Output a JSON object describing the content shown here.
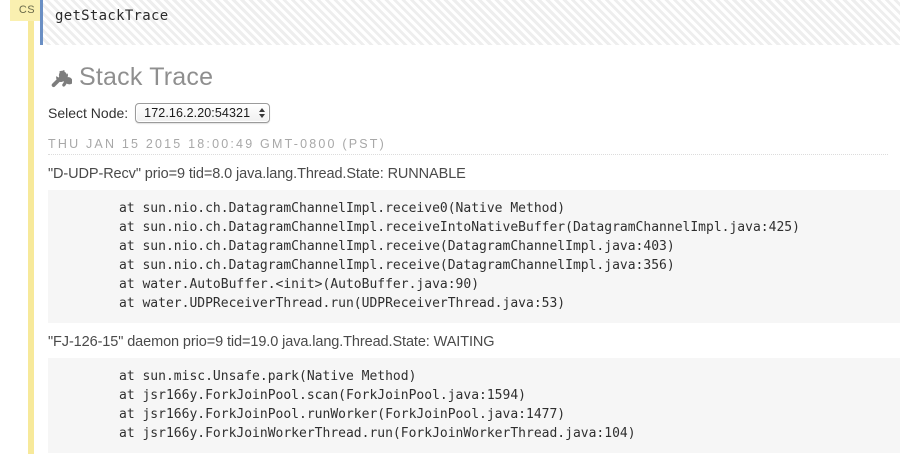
{
  "cell": {
    "tab_label": "CS",
    "input_text": "getStackTrace"
  },
  "section": {
    "icon": "wrench-icon",
    "title": "Stack Trace"
  },
  "node_selector": {
    "label": "Select Node:",
    "selected": "172.16.2.20:54321",
    "options": [
      "172.16.2.20:54321"
    ]
  },
  "timestamp": "THU JAN 15 2015 18:00:49 GMT-0800 (PST)",
  "threads": [
    {
      "header": "\"D-UDP-Recv\" prio=9 tid=8.0 java.lang.Thread.State: RUNNABLE",
      "frames": [
        "at sun.nio.ch.DatagramChannelImpl.receive0(Native Method)",
        "at sun.nio.ch.DatagramChannelImpl.receiveIntoNativeBuffer(DatagramChannelImpl.java:425)",
        "at sun.nio.ch.DatagramChannelImpl.receive(DatagramChannelImpl.java:403)",
        "at sun.nio.ch.DatagramChannelImpl.receive(DatagramChannelImpl.java:356)",
        "at water.AutoBuffer.<init>(AutoBuffer.java:90)",
        "at water.UDPReceiverThread.run(UDPReceiverThread.java:53)"
      ]
    },
    {
      "header": "\"FJ-126-15\" daemon prio=9 tid=19.0 java.lang.Thread.State: WAITING",
      "frames": [
        "at sun.misc.Unsafe.park(Native Method)",
        "at jsr166y.ForkJoinPool.scan(ForkJoinPool.java:1594)",
        "at jsr166y.ForkJoinPool.runWorker(ForkJoinPool.java:1477)",
        "at jsr166y.ForkJoinWorkerThread.run(ForkJoinWorkerThread.java:104)"
      ]
    }
  ],
  "colors": {
    "cell_rail": "#f7e99a",
    "cs_tab": "#faf0b0",
    "input_border": "#6a8fc4",
    "code_block_bg": "#f6f6f6",
    "title_gray": "#8f8f8f"
  }
}
